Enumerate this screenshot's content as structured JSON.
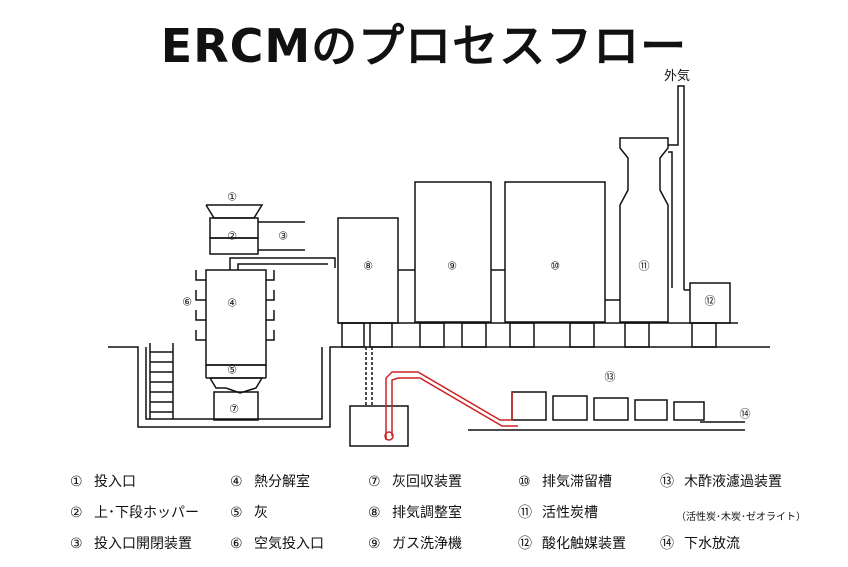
{
  "title": "ERCMのプロセスフロー",
  "outside_air_label": "外気",
  "markers": [
    "①",
    "②",
    "③",
    "④",
    "⑤",
    "⑥",
    "⑦",
    "⑧",
    "⑨",
    "⑩",
    "⑪",
    "⑫",
    "⑬",
    "⑭"
  ],
  "legend": [
    {
      "num": "①",
      "label": "投入口"
    },
    {
      "num": "②",
      "label": "上･下段ホッパー"
    },
    {
      "num": "③",
      "label": "投入口開閉装置"
    },
    {
      "num": "④",
      "label": "熱分解室"
    },
    {
      "num": "⑤",
      "label": "灰"
    },
    {
      "num": "⑥",
      "label": "空気投入口"
    },
    {
      "num": "⑦",
      "label": "灰回収装置"
    },
    {
      "num": "⑧",
      "label": "排気調整室"
    },
    {
      "num": "⑨",
      "label": "ガス洗浄機"
    },
    {
      "num": "⑩",
      "label": "排気滞留槽"
    },
    {
      "num": "⑪",
      "label": "活性炭槽"
    },
    {
      "num": "⑫",
      "label": "酸化触媒装置"
    },
    {
      "num": "⑬",
      "label": "木酢液濾過装置"
    },
    {
      "num": "⑭",
      "label": "下水放流"
    }
  ],
  "legend_note": "（活性炭･木炭･ゼオライト）",
  "colors": {
    "line": "#111111",
    "pipe_red": "#cc2222"
  }
}
